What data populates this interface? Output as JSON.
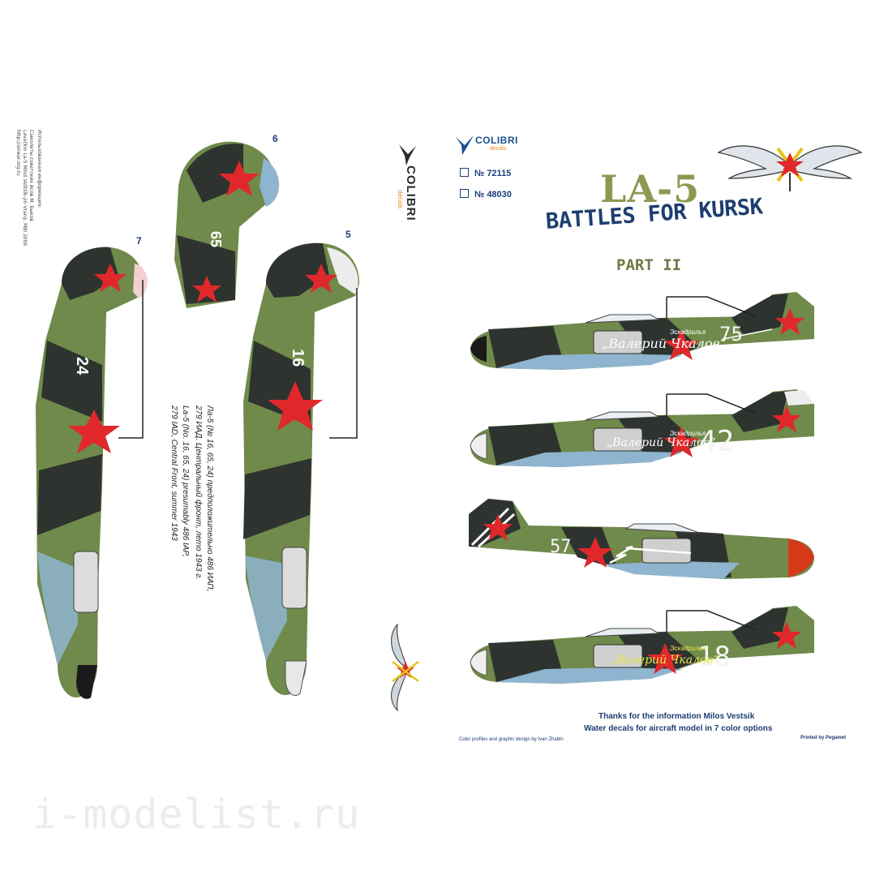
{
  "credits_vertical": [
    "Использованная информация:",
    "Самолеты советских Асов М. Быков",
    "Lavočkin La-5 Miloš Veštšík-Jiri Vraný, MBI 2006",
    "http://airwar.org.ru"
  ],
  "brand": {
    "name": "COLIBRI",
    "sub": "decals"
  },
  "options": [
    {
      "label": "№ 72115"
    },
    {
      "label": "№ 48030"
    }
  ],
  "title": {
    "main": "LA-5",
    "subtitle": "BATTLES FOR KURSK",
    "part": "PART II"
  },
  "side_caption": {
    "ru_line1": "Ла-5 (№ 16, 65, 24) предположительно 486 ИАП,",
    "ru_line2": "279 ИАД. Центральный фронт, лето 1943 г.",
    "en_line1": "La-5 (No. 16, 65, 24) presumably 486 IAP,",
    "en_line2": "279 IAD, Central Front, summer 1943"
  },
  "topviews": {
    "plane_24": {
      "callout": "7",
      "number": "24"
    },
    "plane_65": {
      "callout": "6",
      "number": "65"
    },
    "plane_16": {
      "callout": "5",
      "number": "16"
    }
  },
  "profiles": [
    {
      "number": "75",
      "script": "„Валерий Чкалов“",
      "small": "Эскадрилья"
    },
    {
      "number": "42",
      "script": "„Валерий Чкалов“",
      "small": "Эскадрилья"
    },
    {
      "number": "57"
    },
    {
      "number": "18",
      "script": "„Валерий Чкалов“",
      "small": "Эскадрилья"
    }
  ],
  "thanks": "Thanks for the information Milos Vestsik",
  "water": "Water decals for aircraft model in 7 color options",
  "footer_left": "Color profiles and graphic design by Ivan Zhabin",
  "footer_right": "Printed by Pegamet",
  "watermark": "i-modelist.ru",
  "colors": {
    "green": "#6f8a4a",
    "dark": "#2e3330",
    "blue_under": "#8fb4cf",
    "star_red": "#e0282a",
    "navy": "#1d3e70",
    "title_olive": "#8b9a52"
  }
}
